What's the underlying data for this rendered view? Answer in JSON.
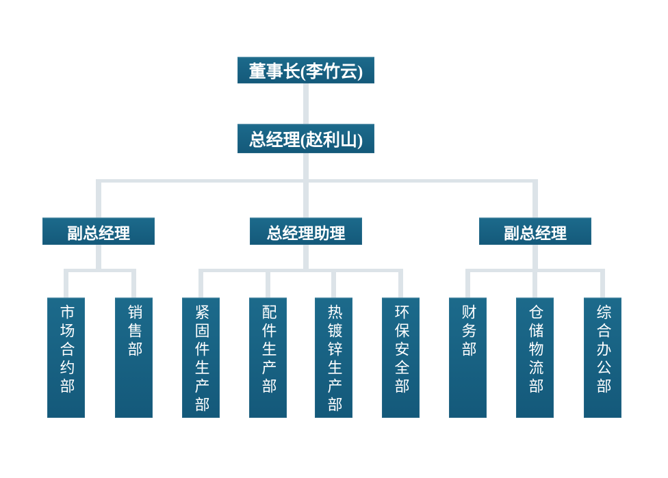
{
  "colors": {
    "node_fill": "#155e7d",
    "node_fill_top": "#1c6a8b",
    "node_fill_bottom": "#14597a",
    "connector": "#dce3e8",
    "text": "#ffffff",
    "background": "#ffffff"
  },
  "org": {
    "label": "董事长(李竹云)",
    "children": [
      {
        "label": "总经理(赵利山)",
        "children": [
          {
            "label": "副总经理",
            "children": [
              {
                "label": "市场合约部"
              },
              {
                "label": "销售部"
              }
            ]
          },
          {
            "label": "总经理助理",
            "children": [
              {
                "label": "紧固件生产部"
              },
              {
                "label": "配件生产部"
              },
              {
                "label": "热镀锌生产部"
              },
              {
                "label": "环保安全部"
              }
            ]
          },
          {
            "label": "副总经理",
            "children": [
              {
                "label": "财务部"
              },
              {
                "label": "仓储物流部"
              },
              {
                "label": "综合办公部"
              }
            ]
          }
        ]
      }
    ]
  }
}
